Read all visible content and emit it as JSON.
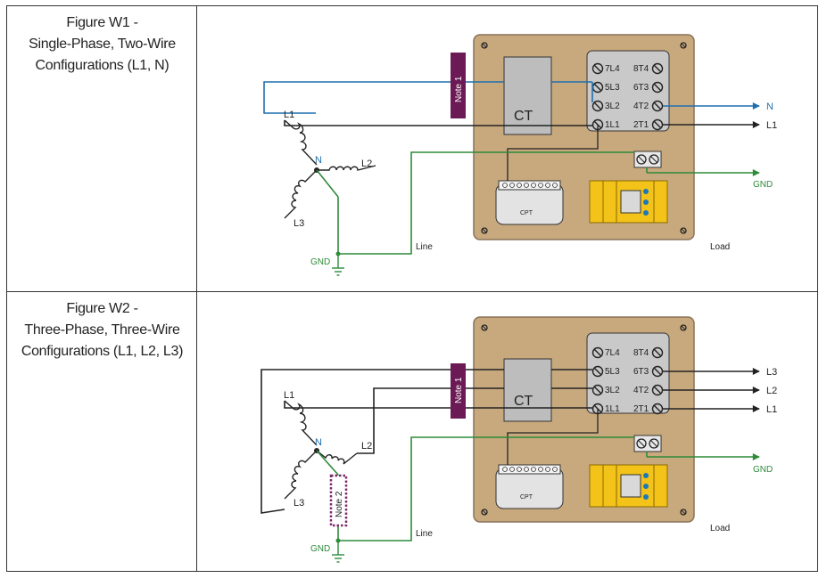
{
  "figures": [
    {
      "title_lines": [
        "Figure W1 -",
        "Single-Phase, Two-Wire",
        "Configurations (L1, N)"
      ],
      "wiring": "single-phase-two-wire",
      "labels": {
        "note1": "Note 1",
        "ct": "CT",
        "cpt": "CPT",
        "terminals_left": [
          "7L4",
          "5L3",
          "3L2",
          "1L1"
        ],
        "terminals_right": [
          "8T4",
          "6T3",
          "4T2",
          "2T1"
        ],
        "out_n": "N",
        "out_l1": "L1",
        "gnd_out": "GND",
        "line": "Line",
        "load": "Load",
        "src_l1": "L1",
        "src_l2": "L2",
        "src_l3": "L3",
        "src_n": "N",
        "src_gnd": "GND"
      }
    },
    {
      "title_lines": [
        "Figure W2 -",
        "Three-Phase, Three-Wire",
        "Configurations (L1, L2, L3)"
      ],
      "wiring": "three-phase-three-wire",
      "labels": {
        "note1": "Note 1",
        "note2": "Note 2",
        "ct": "CT",
        "cpt": "CPT",
        "terminals_left": [
          "7L4",
          "5L3",
          "3L2",
          "1L1"
        ],
        "terminals_right": [
          "8T4",
          "6T3",
          "4T2",
          "2T1"
        ],
        "out_l3": "L3",
        "out_l2": "L2",
        "out_l1": "L1",
        "gnd_out": "GND",
        "line": "Line",
        "load": "Load",
        "src_l1": "L1",
        "src_l2": "L2",
        "src_l3": "L3",
        "src_n": "N",
        "src_gnd": "GND"
      }
    }
  ],
  "colors": {
    "panel": "#c8a97e",
    "panel_border": "#8a7358",
    "ct_fill": "#bdbdbd",
    "terminal_block": "#c9c9c9",
    "note_fill": "#6b1a55",
    "note2_border": "#7b2a6b",
    "neutral_wire": "#1f6fae",
    "ground_wire": "#2e8b3a",
    "line_wire": "#222222",
    "device_yellow": "#f3c31a",
    "device_dot": "#1a78b8"
  }
}
